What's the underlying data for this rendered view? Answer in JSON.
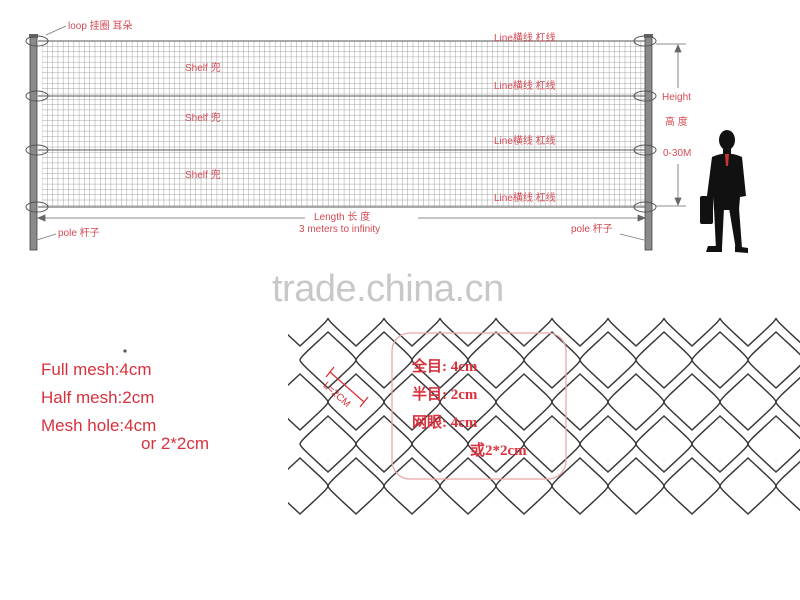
{
  "top_diagram": {
    "loop_label": "loop 挂圈 耳朵",
    "line_labels": [
      "Line横线 杠线",
      "Line横线 杠线",
      "Line横线 杠线",
      "Line横线 杠线"
    ],
    "shelf_labels": [
      "Shelf 兜",
      "Shelf 兜",
      "Shelf 兜"
    ],
    "height_label_en": "Height",
    "height_label_cn": "高 度",
    "height_range": "0-30M",
    "length_label": "Length  长 度",
    "length_range": "3 meters to infinity",
    "pole_left_label": "pole 杆子",
    "pole_right_label": "pole 杆子"
  },
  "watermark": "trade.china.cn",
  "specs_en": {
    "full_mesh": "Full mesh:4cm",
    "half_mesh": "Half mesh:2cm",
    "mesh_hole": "Mesh hole:4cm",
    "mesh_hole_alt": "or 2*2cm"
  },
  "specs_cn": {
    "full_mesh": "全目:  4cm",
    "half_mesh": "半目:  2cm",
    "mesh_hole": "网眼:  4cm",
    "mesh_hole_alt": "或2*2cm"
  },
  "half_mesh_dim": "L=2CM",
  "colors": {
    "label_red": "#d44a55",
    "spec_red": "#d8313d",
    "watermark_gray": "#c8c8c8",
    "mesh_dark": "#3a3a3a"
  }
}
